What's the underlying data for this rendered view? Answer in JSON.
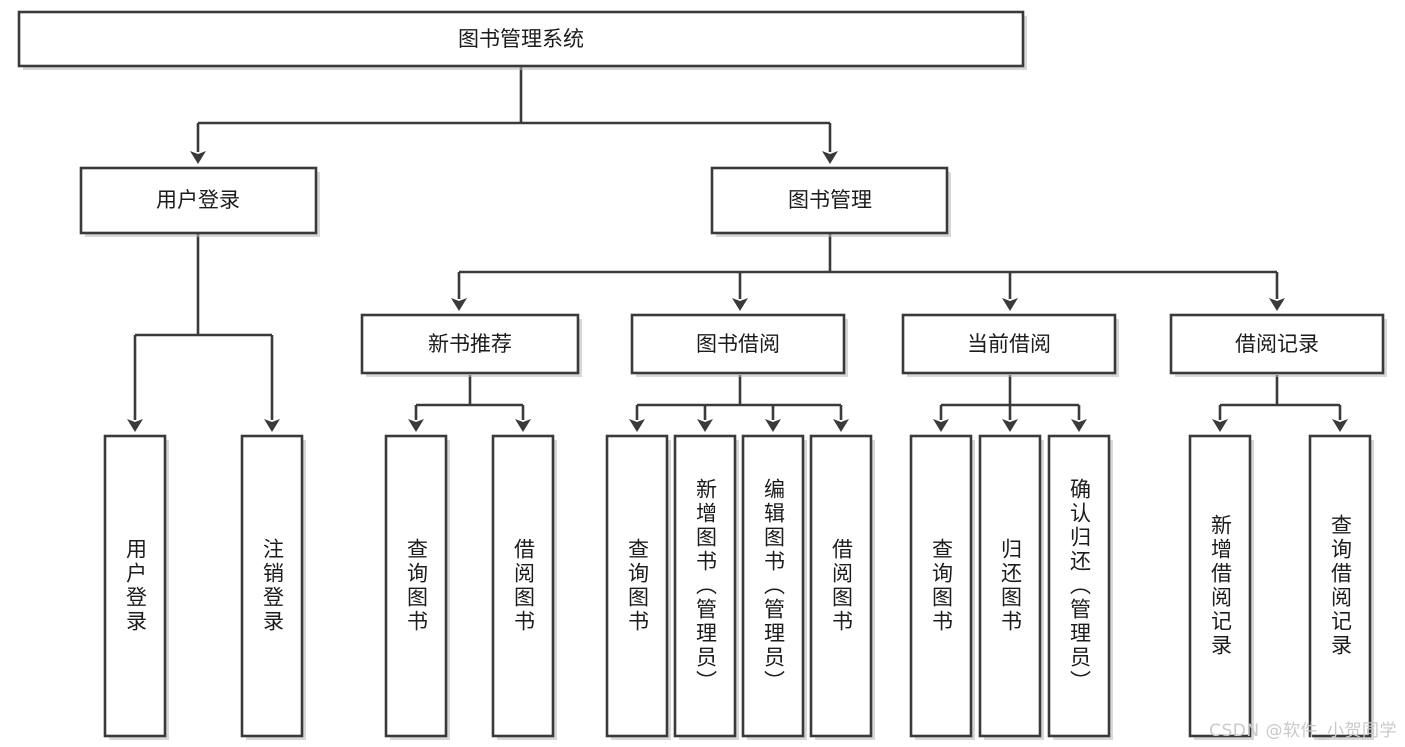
{
  "diagram": {
    "type": "tree-hierarchy",
    "orientation": "top-down",
    "title": "图书管理系统",
    "watermark": "CSDN @软件_小贺同学",
    "colors": {
      "box_stroke": "#3a3a3a",
      "box_fill": "#ffffff",
      "text": "#1c1c1c",
      "watermark": "#c9c9c9",
      "background": "#ffffff"
    },
    "levels": {
      "root": {
        "label": "图书管理系统"
      },
      "level2": [
        {
          "label": "用户登录"
        },
        {
          "label": "图书管理"
        }
      ],
      "level3": [
        {
          "label": "新书推荐"
        },
        {
          "label": "图书借阅"
        },
        {
          "label": "当前借阅"
        },
        {
          "label": "借阅记录"
        }
      ]
    },
    "nodes": {
      "root": "图书管理系统",
      "user_login": "用户登录",
      "book_manage": "图书管理",
      "new_book_rec": "新书推荐",
      "book_borrow": "图书借阅",
      "current_borrow": "当前借阅",
      "borrow_record": "借阅记录"
    },
    "leaves": {
      "user_login_children": [
        "用户登录",
        "注销登录"
      ],
      "new_book_rec_children": [
        "查询图书",
        "借阅图书"
      ],
      "book_borrow_children": [
        "查询图书",
        "新增图书（管理员）",
        "编辑图书（管理员）",
        "借阅图书"
      ],
      "current_borrow_children": [
        "查询图书",
        "归还图书",
        "确认归还（管理员）"
      ],
      "borrow_record_children": [
        "新增借阅记录",
        "查询借阅记录"
      ]
    }
  }
}
